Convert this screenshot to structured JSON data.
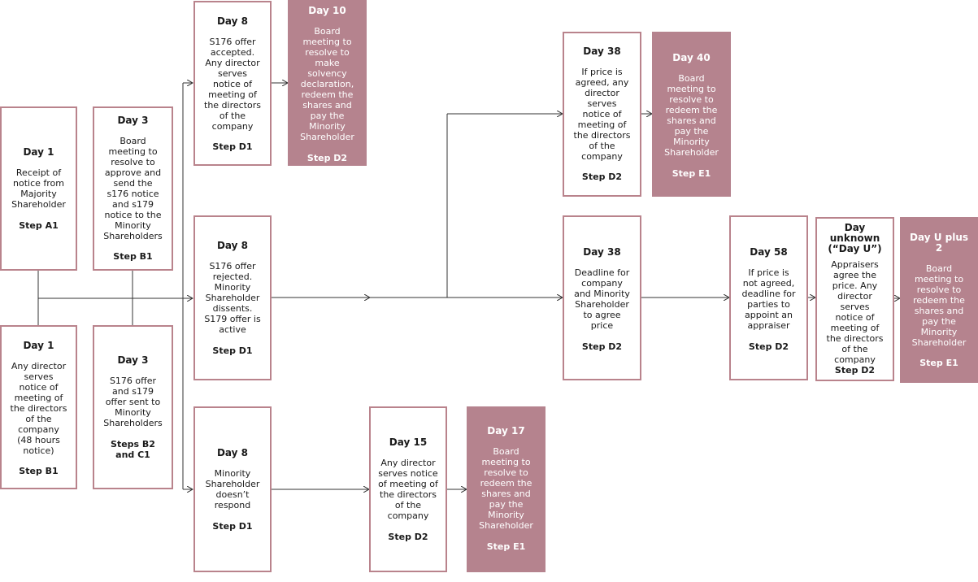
{
  "boxes": {
    "a1": {
      "day": "Day 1",
      "text": "Receipt of\nnotice from\nMajority\nShareholder",
      "step": "Step A1"
    },
    "b1": {
      "day": "Day 3",
      "text": "Board\nmeeting to\nresolve to\napprove and\nsend the\ns176 notice\nand s179\nnotice to the\nMinority\nShareholders",
      "step": "Step B1"
    },
    "b1b": {
      "day": "Day 1",
      "text": "Any director\nserves\nnotice of\nmeeting of\nthe directors\nof the\ncompany\n(48 hours\nnotice)",
      "step": "Step B1"
    },
    "b2c1": {
      "day": "Day 3",
      "text": "S176 offer\nand s179\noffer sent to\nMinority\nShareholders",
      "step": "Steps B2\nand C1"
    },
    "d1a": {
      "day": "Day 8",
      "text": "S176 offer\naccepted.\nAny director\nserves\nnotice of\nmeeting of\nthe directors\nof the\ncompany",
      "step": "Step D1"
    },
    "d2a": {
      "day": "Day 10",
      "text": "Board\nmeeting to\nresolve to\nmake\nsolvency\ndeclaration,\nredeem the\nshares and\npay the\nMinority\nShareholder",
      "step": "Step D2"
    },
    "d1b": {
      "day": "Day 8",
      "text": "S176 offer\nrejected.\nMinority\nShareholder\ndissents.\nS179 offer is\nactive",
      "step": "Step D1"
    },
    "d1c": {
      "day": "Day 8",
      "text": "Minority\nShareholder\ndoesn’t\nrespond",
      "step": "Step D1"
    },
    "d2c": {
      "day": "Day 15",
      "text": "Any director\nserves notice\nof meeting of\nthe directors\nof the\ncompany",
      "step": "Step D2"
    },
    "e1c": {
      "day": "Day 17",
      "text": "Board\nmeeting to\nresolve to\nredeem the\nshares and\npay the\nMinority\nShareholder",
      "step": "Step E1"
    },
    "d2d": {
      "day": "Day 38",
      "text": "If price is\nagreed, any\ndirector\nserves\nnotice of\nmeeting of\nthe directors\nof the\ncompany",
      "step": "Step D2"
    },
    "e1d": {
      "day": "Day 40",
      "text": "Board\nmeeting to\nresolve to\nredeem the\nshares and\npay the\nMinority\nShareholder",
      "step": "Step E1"
    },
    "d2e": {
      "day": "Day 38",
      "text": "Deadline for\ncompany\nand Minority\nShareholder\nto agree\nprice",
      "step": "Step D2"
    },
    "d2f": {
      "day": "Day 58",
      "text": "If price is\nnot agreed,\ndeadline for\nparties to\nappoint an\nappraiser",
      "step": "Step D2"
    },
    "d2g": {
      "day": "Day\nunknown\n(“Day U”)",
      "text": "Appraisers\nagree the\nprice. Any\ndirector\nserves\nnotice of\nmeeting of\nthe directors\nof the\ncompany",
      "step": "Step D2"
    },
    "e1g": {
      "day": "Day U plus\n2",
      "text": "Board\nmeeting to\nresolve to\nredeem the\nshares and\npay the\nMinority\nShareholder",
      "step": "Step E1"
    }
  },
  "colors": {
    "border": "#b9838c",
    "fill": "#b5838e",
    "line": "#333333"
  }
}
